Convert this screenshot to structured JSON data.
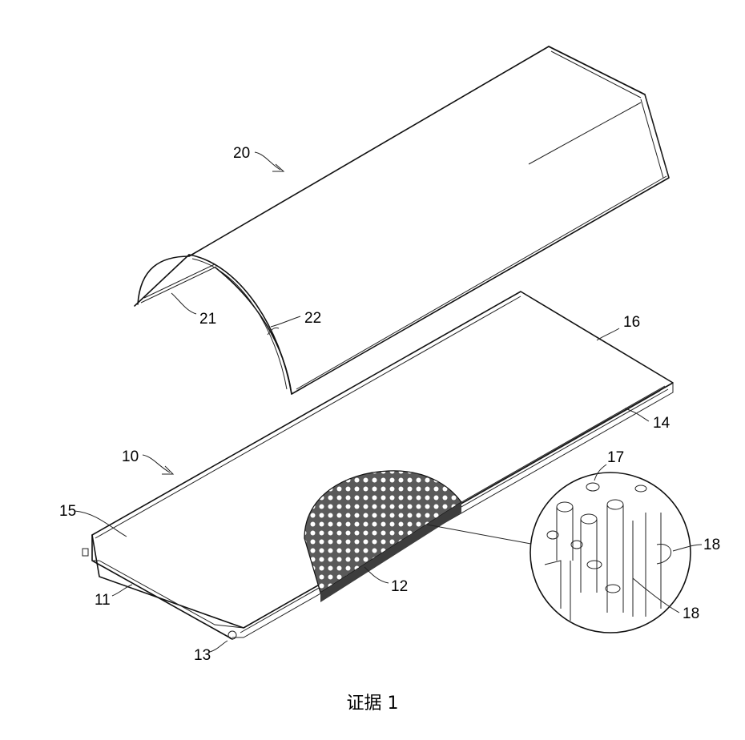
{
  "labels": {
    "l10": "10",
    "l11": "11",
    "l12": "12",
    "l13": "13",
    "l14": "14",
    "l15": "15",
    "l16": "16",
    "l17": "17",
    "l18a": "18",
    "l18b": "18",
    "l20": "20",
    "l21": "21",
    "l22": "22"
  },
  "caption": "证据 1"
}
